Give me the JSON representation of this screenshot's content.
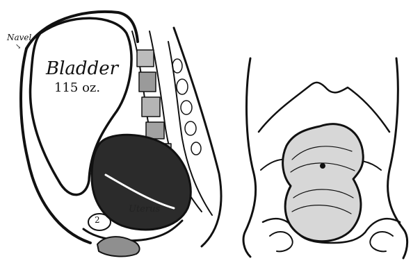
{
  "labels": {
    "navel": "Navel",
    "navel_mark": "↘",
    "bladder": "Bladder",
    "volume": "115 oz.",
    "uterus": "Uterus",
    "number": "2"
  },
  "colors": {
    "ink": "#111111",
    "paper": "#ffffff"
  }
}
